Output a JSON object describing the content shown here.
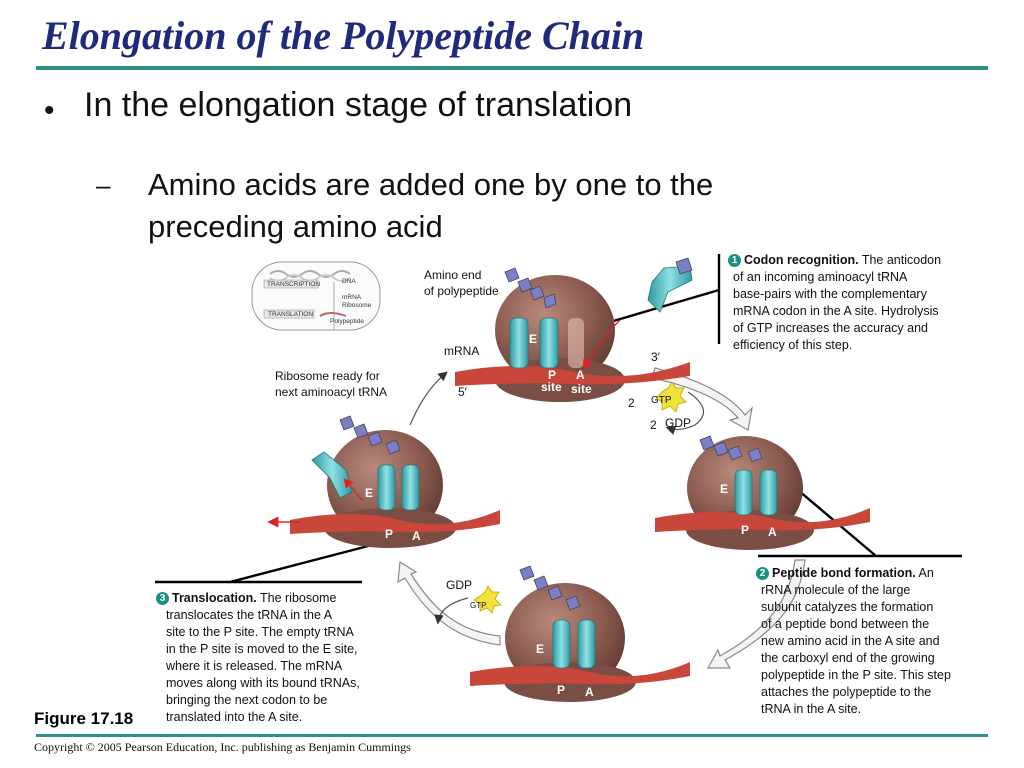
{
  "slide": {
    "title": "Elongation of the Polypeptide Chain",
    "bullet_1": "In the elongation stage of translation",
    "bullet_2": "Amino acids are added one by one to the preceding amino acid",
    "figure_label": "Figure 17.18",
    "copyright": "Copyright © 2005 Pearson Education, Inc. publishing as Benjamin Cummings"
  },
  "inset": {
    "dna": "DNA",
    "transcription": "TRANSCRIPTION",
    "mrna": "mRNA",
    "ribosome": "Ribosome",
    "translation": "TRANSLATION",
    "polypeptide": "Polypeptide"
  },
  "labels": {
    "amino_end_1": "Amino end",
    "amino_end_2": "of polypeptide",
    "mrna": "mRNA",
    "three_prime": "3′",
    "five_prime": "5′",
    "ready_1": "Ribosome ready for",
    "ready_2": "next aminoacyl tRNA",
    "p": "P",
    "a": "A",
    "e": "E",
    "site": "site",
    "two": "2",
    "gtp": "GTP",
    "gdp": "GDP"
  },
  "steps": {
    "step1": {
      "number": "1",
      "heading": "Codon recognition.",
      "lines": [
        "The anticodon",
        "of an incoming aminoacyl tRNA",
        "base-pairs with the complementary",
        "mRNA codon in the A site. Hydrolysis",
        "of GTP increases the accuracy and",
        "efficiency of this step."
      ]
    },
    "step2": {
      "number": "2",
      "heading": "Peptide bond formation.",
      "lines": [
        "An",
        "rRNA molecule of the large",
        "subunit  catalyzes the formation",
        "of a peptide bond between the",
        "new amino acid in the A site and",
        "the carboxyl end of the growing",
        "polypeptide in the P site. This step",
        "attaches the polypeptide to the",
        "tRNA in the A site."
      ]
    },
    "step3": {
      "number": "3",
      "heading": "Translocation.",
      "lines": [
        "The ribosome",
        "translocates the tRNA in the A",
        "site to the P site. The empty tRNA",
        "in the P site is moved to the  E site,",
        "where it is released. The mRNA",
        "moves along with its bound tRNAs,",
        "bringing the next codon to be",
        "translated into the A site."
      ]
    }
  },
  "colors": {
    "title": "#1f2a7a",
    "rule": "#2f8f8c",
    "ribosome": "#8a5a4e",
    "trna": "#5fc3c8",
    "mrna": "#c9463a",
    "amino_acid": "#7a7fc8",
    "gtp": "#f3e23a"
  }
}
